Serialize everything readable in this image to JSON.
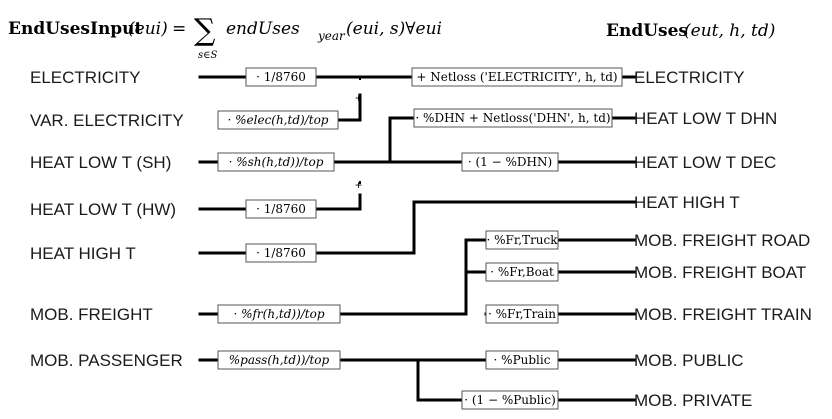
{
  "header": {
    "left_bold": "EndUsesInput",
    "left_paren": "(eui)",
    "left_eq": "=",
    "sum_symbol": "∑",
    "sum_sub": "s∈S",
    "left_rest": "endUses",
    "left_sub": "year",
    "left_args": "(eui, s)∀eui",
    "right_bold": "EndUses",
    "right_args": "(eut, h, td)"
  },
  "inputs": {
    "electricity": "ELECTRICITY",
    "var_electricity": "VAR. ELECTRICITY",
    "heat_low_sh": "HEAT LOW T (SH)",
    "heat_low_hw": "HEAT LOW T (HW)",
    "heat_high": "HEAT HIGH T",
    "mob_freight": "MOB. FREIGHT",
    "mob_passenger": "MOB. PASSENGER"
  },
  "outputs": {
    "electricity": "ELECTRICITY",
    "heat_low_dhn": "HEAT LOW T DHN",
    "heat_low_dec": "HEAT LOW T DEC",
    "heat_high": "HEAT HIGH T",
    "freight_road": "MOB. FREIGHT ROAD",
    "freight_boat": "MOB. FREIGHT BOAT",
    "freight_train": "MOB. FREIGHT TRAIN",
    "public": "MOB. PUBLIC",
    "private": "MOB. PRIVATE"
  },
  "boxes": {
    "elec_div": "· 1/8760",
    "var_elec": "· %elec(h,td)/top",
    "sh": "· %sh(h,td))/top",
    "hw_div": "· 1/8760",
    "high_div": "· 1/8760",
    "freight": "· %fr(h,td))/top",
    "passenger": "%pass(h,td))/top",
    "net_loss_elec": "+ Netloss ('ELECTRICITY', h, td)",
    "dhn": "· %DHN + Netloss('DHN', h, td)",
    "dec": "· (1 − %DHN)",
    "truck": "· %Fr,Truck",
    "boat": "· %Fr,Boat",
    "train": "· %Fr,Train",
    "public": "· %Public",
    "private": "· (1 − %Public)"
  },
  "plus_signs": [
    "+",
    "+"
  ]
}
